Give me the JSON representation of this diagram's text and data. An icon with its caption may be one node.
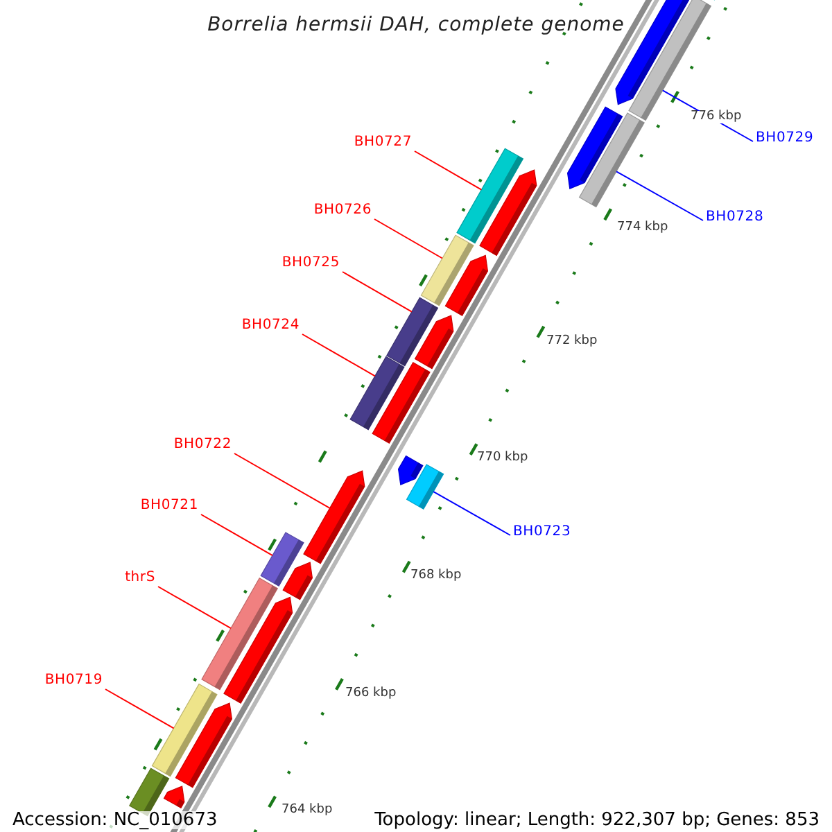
{
  "diagram": {
    "title": "Borrelia hermsii DAH, complete genome",
    "nodes": [
      {
        "text": [
          "BH0727"
        ]
      },
      {
        "text": [
          "BH0726"
        ]
      },
      {
        "text": [
          "BH0725"
        ]
      },
      {
        "text": [
          "BH0724"
        ]
      },
      {
        "text": [
          "BH0722"
        ]
      },
      {
        "text": [
          "BH0721"
        ]
      },
      {
        "text": [
          "thrS"
        ]
      },
      {
        "text": [
          "BH0719"
        ]
      },
      {
        "text": [
          "BH0729"
        ]
      },
      {
        "text": [
          "BH0728"
        ]
      },
      {
        "text": [
          "BH0723"
        ]
      },
      {
        "text": [],
        "shape": "bar"
      },
      {
        "text": [],
        "shape": "bar"
      },
      {
        "text": [],
        "shape": "bar"
      },
      {
        "text": [],
        "shape": "bar"
      },
      {
        "text": [],
        "shape": "bar"
      },
      {
        "text": [],
        "shape": "bar"
      },
      {
        "text": [],
        "shape": "bar"
      },
      {
        "text": [],
        "shape": "arrow"
      },
      {
        "text": [],
        "shape": "bar"
      },
      {
        "text": [],
        "shape": "bar"
      },
      {
        "text": [],
        "shape": "bar"
      },
      {
        "text": [],
        "shape": "bar"
      },
      {
        "text": [],
        "shape": "arrow"
      },
      {
        "text": [],
        "shape": "arrow"
      },
      {
        "text": [],
        "shape": "arrow"
      },
      {
        "text": [],
        "shape": "arrow"
      },
      {
        "text": [],
        "shape": "arrow"
      },
      {
        "text": [],
        "shape": "bar"
      },
      {
        "text": [],
        "shape": "arrow"
      },
      {
        "text": [],
        "shape": "arrow"
      },
      {
        "text": [],
        "shape": "arrow"
      },
      {
        "text": [],
        "shape": "arrow"
      },
      {
        "text": [],
        "shape": "bar"
      },
      {
        "text": [],
        "shape": "arrow"
      }
    ],
    "edges": [
      {
        "from": 0,
        "to": 13,
        "arrow": "none"
      },
      {
        "from": 1,
        "to": 14,
        "arrow": "none"
      },
      {
        "from": 2,
        "to": 15,
        "arrow": "none"
      },
      {
        "from": 3,
        "to": 16,
        "arrow": "none"
      },
      {
        "from": 4,
        "to": 18,
        "arrow": "none"
      },
      {
        "from": 5,
        "to": 19,
        "arrow": "none"
      },
      {
        "from": 6,
        "to": 20,
        "arrow": "none"
      },
      {
        "from": 7,
        "to": 21,
        "arrow": "none"
      },
      {
        "from": 8,
        "to": 11,
        "arrow": "none",
        "color": "#0000ff"
      },
      {
        "from": 9,
        "to": 12,
        "arrow": "none",
        "color": "#0000ff"
      },
      {
        "from": 10,
        "to": 17,
        "arrow": "none",
        "color": "#0000ff"
      }
    ],
    "labels": [
      "776 kbp",
      "774 kbp",
      "772 kbp",
      "770 kbp",
      "768 kbp",
      "766 kbp",
      "764 kbp",
      "Accession: NC_010673",
      "Topology: linear; Length: 922,307 bp; Genes: 853"
    ]
  }
}
